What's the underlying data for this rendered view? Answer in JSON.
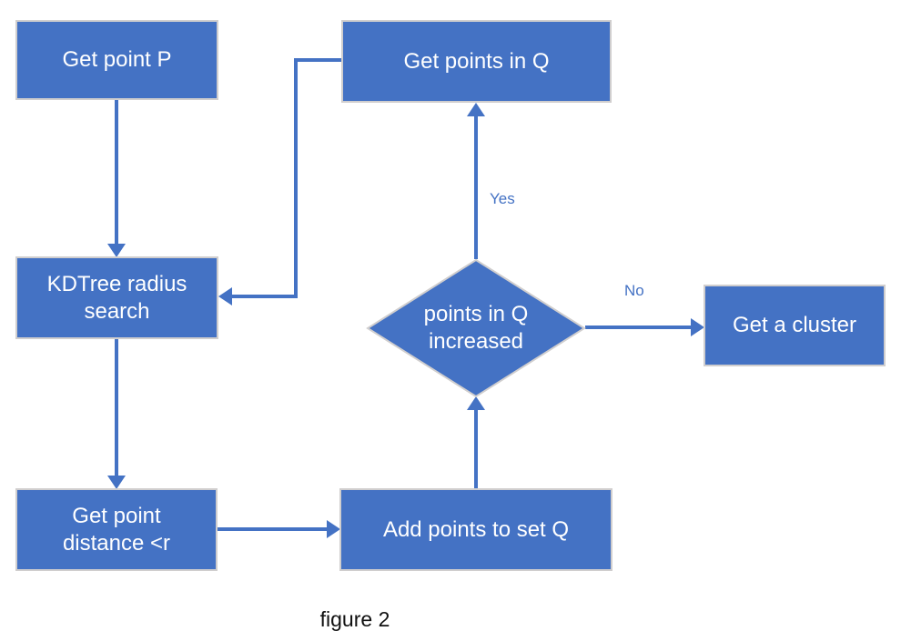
{
  "diagram": {
    "caption": "figure 2",
    "nodes": {
      "get_point_p": {
        "label": "Get point P",
        "type": "process"
      },
      "get_points_in_q": {
        "label": "Get points in Q",
        "type": "process"
      },
      "kdtree_radius_search": {
        "label": "KDTree radius\nsearch",
        "type": "process"
      },
      "decision_points_increased": {
        "label": "points in Q\nincreased",
        "type": "decision"
      },
      "get_a_cluster": {
        "label": "Get a cluster",
        "type": "process"
      },
      "get_point_distance": {
        "label": "Get point\ndistance <r",
        "type": "process"
      },
      "add_points_to_set_q": {
        "label": "Add points to set Q",
        "type": "process"
      }
    },
    "edges": [
      {
        "from": "get_point_p",
        "to": "kdtree_radius_search",
        "label": ""
      },
      {
        "from": "kdtree_radius_search",
        "to": "get_point_distance",
        "label": ""
      },
      {
        "from": "get_point_distance",
        "to": "add_points_to_set_q",
        "label": ""
      },
      {
        "from": "add_points_to_set_q",
        "to": "decision_points_increased",
        "label": ""
      },
      {
        "from": "decision_points_increased",
        "to": "get_points_in_q",
        "label": "Yes"
      },
      {
        "from": "decision_points_increased",
        "to": "get_a_cluster",
        "label": "No"
      },
      {
        "from": "get_points_in_q",
        "to": "kdtree_radius_search",
        "label": ""
      }
    ],
    "edge_labels": {
      "yes": "Yes",
      "no": "No"
    },
    "colors": {
      "node_fill": "#4472c4",
      "node_border": "#d0cece",
      "connector": "#4472c4",
      "node_text": "#ffffff",
      "edge_label_text": "#4472c4",
      "caption_text": "#111111"
    }
  }
}
